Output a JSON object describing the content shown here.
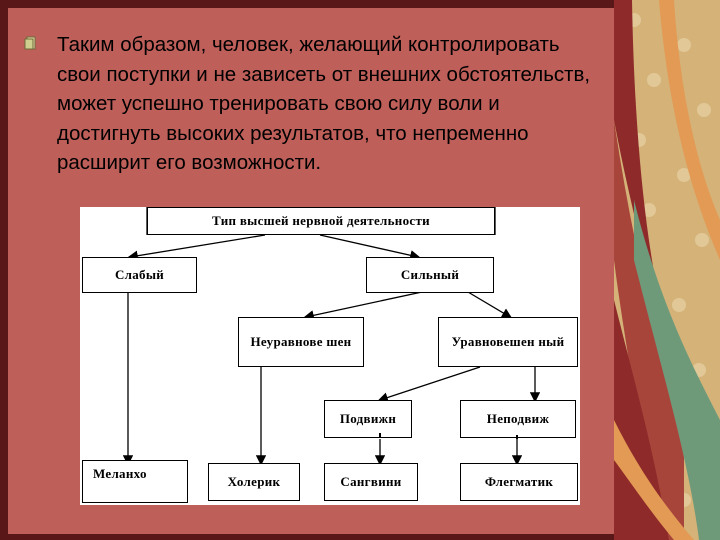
{
  "slide": {
    "paragraph": "Таким образом, человек, желающий контролировать свои поступки и не зависеть от внешних обстоятельств, может успешно тренировать свою силу воли и достигнуть высоких результатов, что непременно расширит его возможности."
  },
  "diagram": {
    "root": "Тип высшей нервной деятельности",
    "weak": "Слабый",
    "strong": "Сильный",
    "unbalanced": "Неуравнове шен",
    "balanced": "Уравновешен ный",
    "mobile": "Подвижн",
    "immobile": "Неподвиж",
    "melancholic": "Меланхо",
    "choleric": "Холерик",
    "sanguine": "Сангвини",
    "phlegmatic": "Флегматик"
  }
}
